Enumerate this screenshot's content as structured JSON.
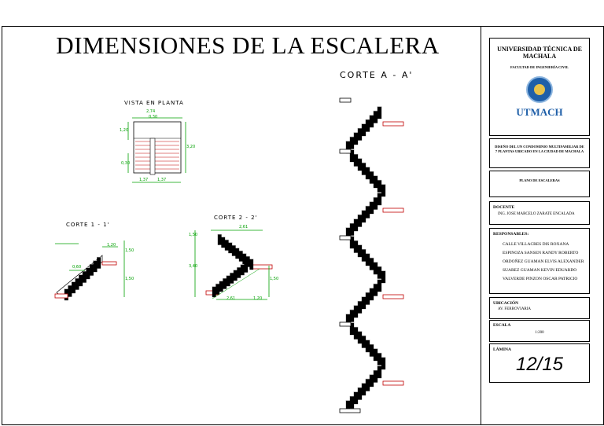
{
  "drawing": {
    "title": "DIMENSIONES DE LA ESCALERA",
    "vista_planta": {
      "label": "VISTA EN PLANTA",
      "dim_top": "2,74",
      "dim_top2": "0,30",
      "dim_right": "3,20",
      "dim_left": "1,20",
      "dim_bottom_left": "1,37",
      "dim_bottom_right": "1,37",
      "dim_mid": "0,30"
    },
    "corte_1": {
      "label": "CORTE 1 - 1'",
      "dim_top": "1,20",
      "dim_right_top": "1,50",
      "dim_right_bottom": "1,50",
      "dim_diag": "0,60"
    },
    "corte_2": {
      "label": "CORTE 2 - 2'",
      "dim_top": "2,61",
      "dim_left": "1,50",
      "dim_left2": "3,40",
      "dim_right": "1,50",
      "dim_bottom_left": "2,61",
      "dim_bottom_right": "1,20"
    },
    "corte_a": {
      "label": "CORTE A - A'"
    }
  },
  "title_block": {
    "university": "UNIVERSIDAD TÉCNICA DE MACHALA",
    "faculty": "FACULTAD DE INGENIERÍA CIVIL",
    "logo_text": "UTMACH",
    "project": "DISEÑO DEL UN CONDOMINIO MULTIFAMILIAR DE 7 PLANTAS UBICADO EN LA CIUDAD DE MACHALA",
    "plan_name": "PLANO DE ESCALERAS",
    "docente_label": "DOCENTE",
    "docente": "ING. JOSE MARCELO ZARATE ENCALADA",
    "responsables_label": "RESPONSABLES:",
    "responsables": [
      "CALLE VILLACRES DIS ROXANA",
      "ESPINOZA SANSEN RANDY ROBERTO",
      "ORDOÑEZ GUAMAN ELVIS ALEXANDER",
      "SUAREZ GUAMAN KEVIN EDUARDO",
      "VALVERDE PINZON OSCAR PATRICIO"
    ],
    "ubicacion_label": "UBICACIÓN",
    "ubicacion": "AV. FERROVIARIA",
    "escala_label": "ESCALA",
    "escala": "1:200",
    "lamina_label": "LÁMINA",
    "lamina": "12/15"
  },
  "colors": {
    "dimension": "#00a000",
    "landing": "#c00000",
    "line": "#000000"
  }
}
